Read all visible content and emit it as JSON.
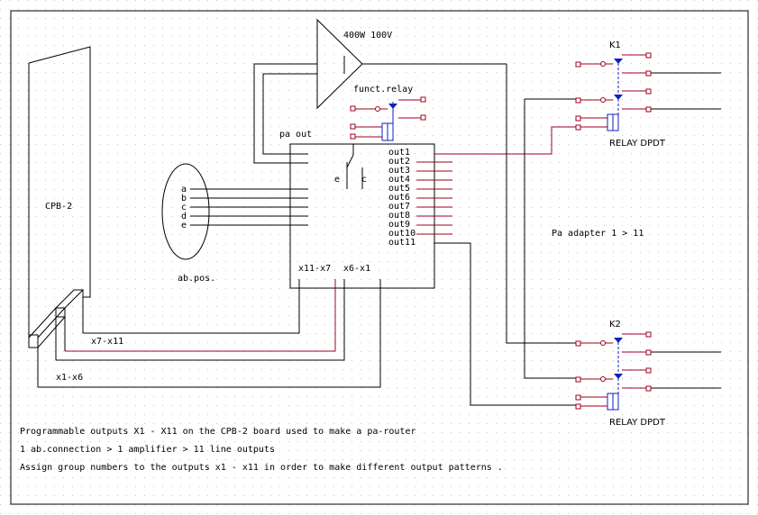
{
  "labels": {
    "amp": "400W 100V",
    "funct_relay": "funct.relay",
    "pa_out": "pa out",
    "cpb": "CPB-2",
    "abpos": "ab.pos.",
    "ab_letters": [
      "a",
      "b",
      "c",
      "d",
      "e"
    ],
    "e": "e",
    "c": "c",
    "outs": [
      "out1",
      "out2",
      "out3",
      "out4",
      "out5",
      "out6",
      "out7",
      "out8",
      "out9",
      "out10",
      "out11"
    ],
    "x11x7": "x11-x7",
    "x6x1": "x6-x1",
    "x7x11": "x7-x11",
    "x1x6": "x1-x6",
    "k1": "K1",
    "k2": "K2",
    "relay1": "RELAY DPDT",
    "relay2": "RELAY DPDT",
    "pa_adapter": "Pa adapter 1 > 11"
  },
  "notes": [
    "Programmable outputs X1 - X11 on the CPB-2 board used to make a pa-router",
    "1 ab.connection > 1 amplifier > 11 line outputs",
    "Assign group numbers to the outputs x1 - x11 in order to make different output patterns ."
  ]
}
